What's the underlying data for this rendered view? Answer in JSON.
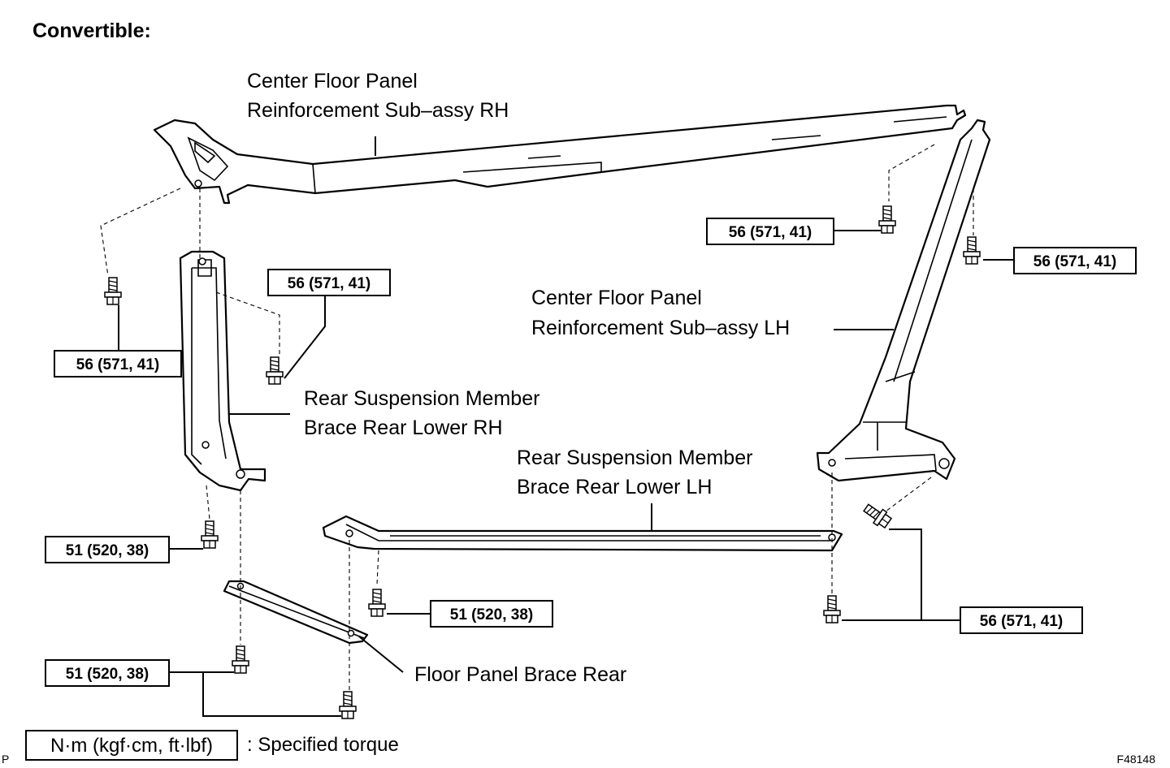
{
  "heading": "Convertible:",
  "parts": {
    "cfp_rh": [
      "Center Floor Panel",
      "Reinforcement Sub–assy RH"
    ],
    "cfp_lh": [
      "Center Floor Panel",
      "Reinforcement Sub–assy LH"
    ],
    "rsm_rh": [
      "Rear Suspension Member",
      "Brace Rear Lower RH"
    ],
    "rsm_lh": [
      "Rear Suspension Member",
      "Brace Rear Lower LH"
    ],
    "fpbr": "Floor Panel Brace Rear"
  },
  "torque": {
    "t1": "56 (571, 41)",
    "t2": "56 (571, 41)",
    "t3": "56 (571, 41)",
    "t4": "56 (571, 41)",
    "t5": "56 (571, 41)",
    "t6": "51 (520, 38)",
    "t7": "51 (520, 38)",
    "t8": "51 (520, 38)"
  },
  "legend": {
    "unit": "N·m (kgf·cm, ft·lbf)",
    "meaning": ": Specified torque"
  },
  "corner_left": "P",
  "figure_id": "F48148"
}
